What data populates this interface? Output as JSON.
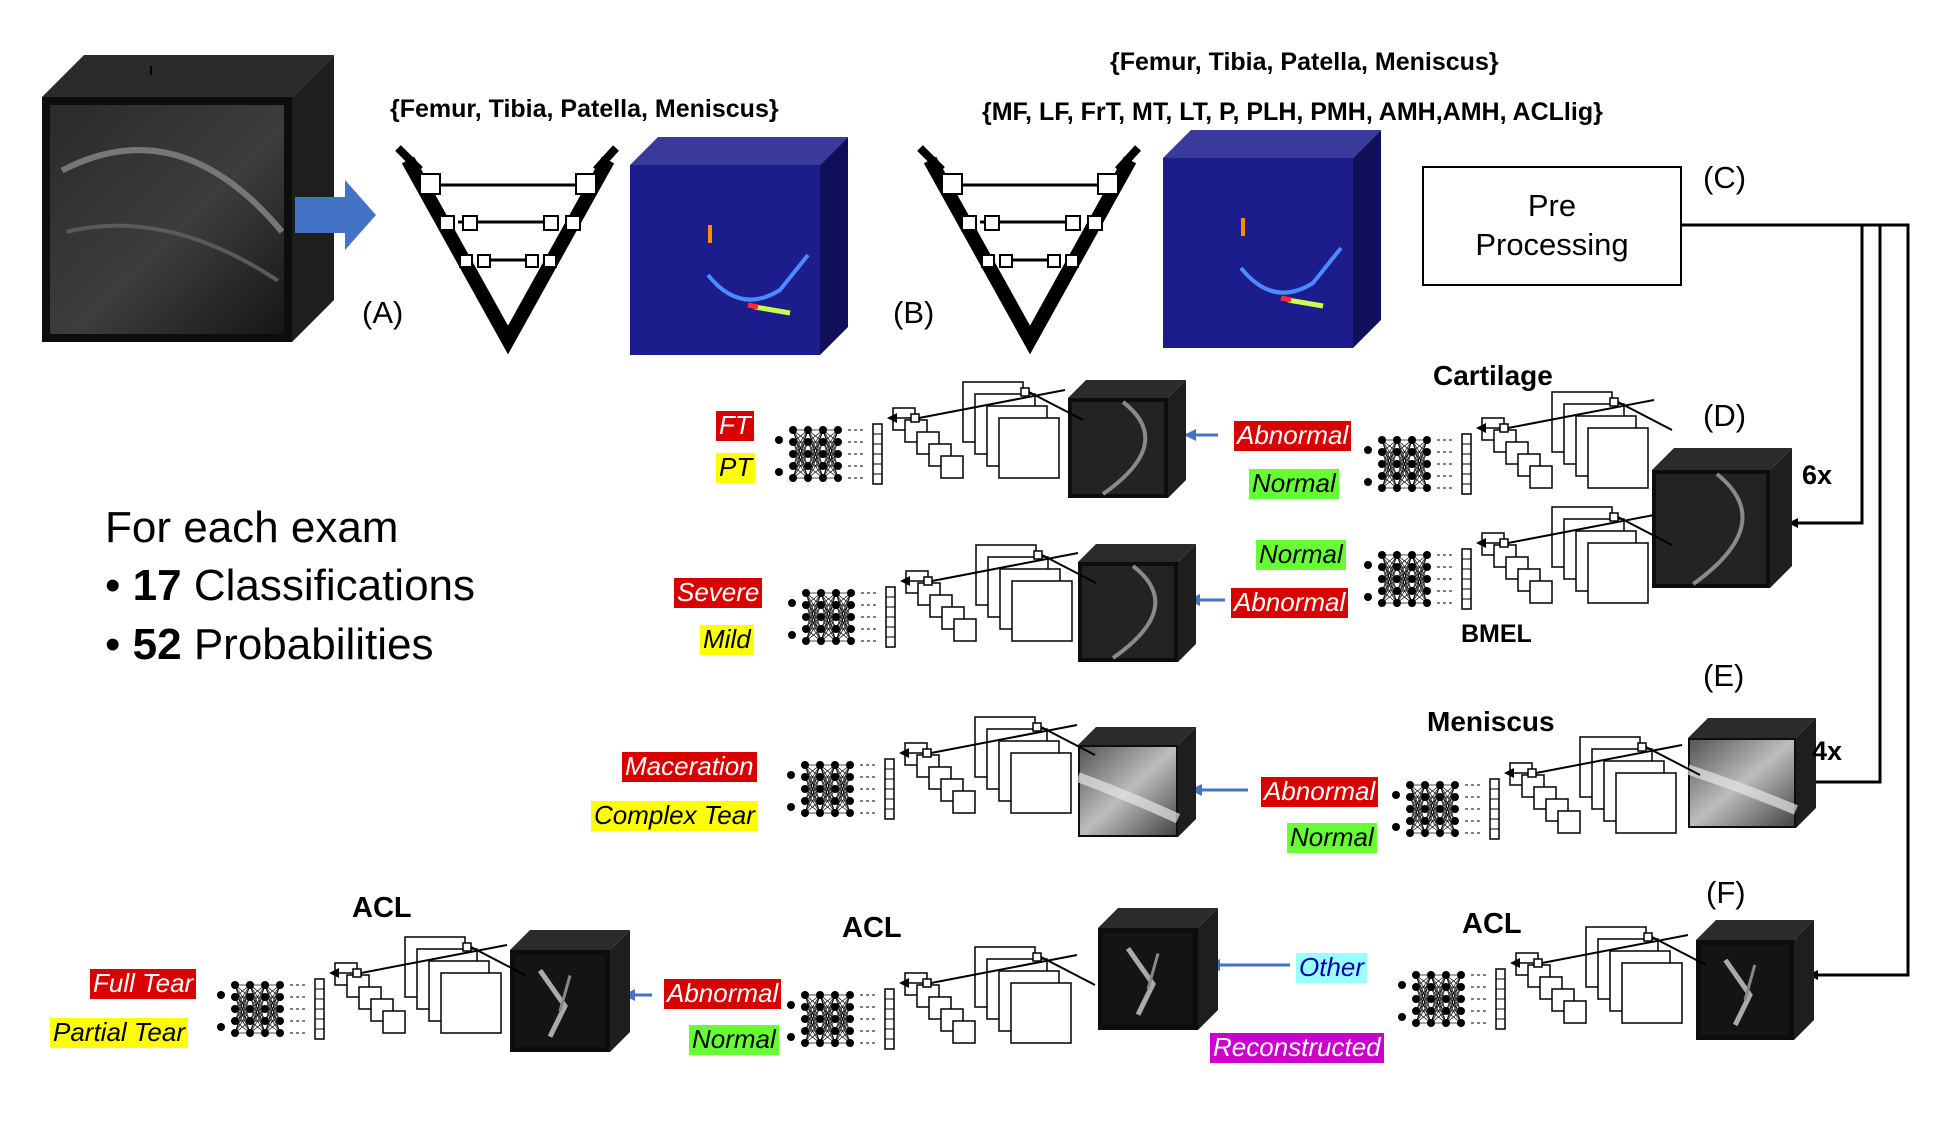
{
  "panel_labels": {
    "a": "(A)",
    "b": "(B)",
    "c": "(C)",
    "d": "(D)",
    "e": "(E)",
    "f": "(F)"
  },
  "seg_a_classes": "{Femur, Tibia, Patella, Meniscus}",
  "seg_b_classes_top": "{Femur, Tibia, Patella, Meniscus}",
  "seg_b_classes_bottom": "{MF, LF,  FrT, MT, LT, P, PLH, PMH, AMH,AMH, ACLlig}",
  "preprocessing_label": "Pre\nProcessing",
  "multipliers": {
    "cartilage": "6x",
    "meniscus": "4x"
  },
  "section_titles": {
    "cartilage": "Cartilage",
    "bmel": "BMEL",
    "meniscus": "Meniscus",
    "acl_f": "ACL",
    "acl_mid": "ACL",
    "acl_left": "ACL"
  },
  "summary": {
    "heading": "For each exam",
    "item1_number": "17",
    "item1_text": " Classifications",
    "item2_number": "52",
    "item2_text": " Probabilities"
  },
  "outputs": {
    "cart_abnormal": "Abnormal",
    "cart_normal": "Normal",
    "ft": "FT",
    "pt": "PT",
    "bmel_normal": "Normal",
    "bmel_abnormal": "Abnormal",
    "severe": "Severe",
    "mild": "Mild",
    "men_abnormal": "Abnormal",
    "men_normal": "Normal",
    "maceration": "Maceration",
    "complex_tear": "Complex Tear",
    "other": "Other",
    "reconstructed": "Reconstructed",
    "acl_abnormal": "Abnormal",
    "acl_normal": "Normal",
    "full_tear": "Full Tear",
    "partial_tear": "Partial Tear"
  },
  "colors": {
    "abnormal": "#d90000",
    "normal": "#66ff33",
    "secondary": "#ffff00",
    "other": "#99ffff",
    "reconstructed": "#cc00cc",
    "flow_arrow": "#4472c4",
    "seg_volume": "#1c1c8c"
  }
}
